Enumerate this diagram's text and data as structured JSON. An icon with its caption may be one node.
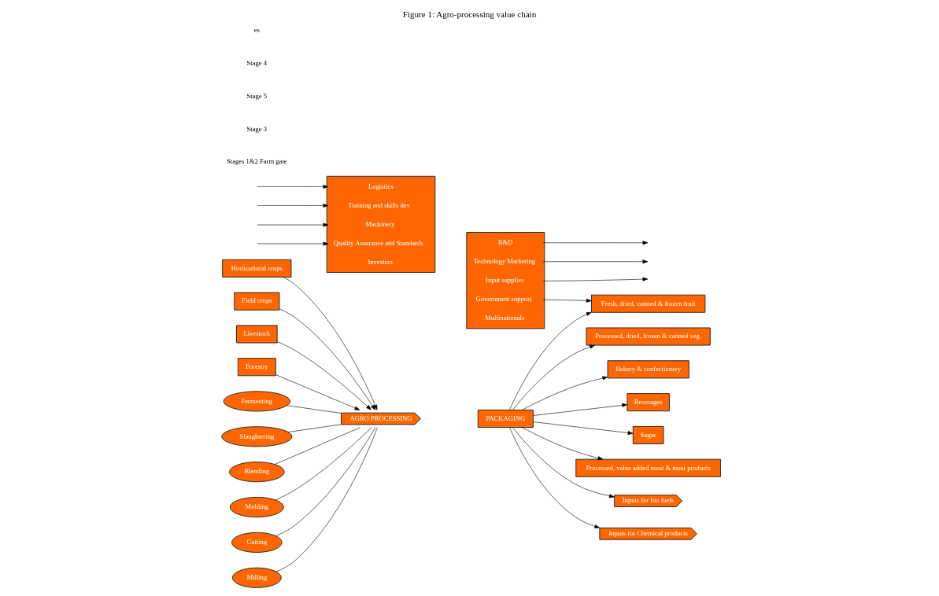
{
  "diagram": {
    "title": "Figure 1: Agro-processing value chain",
    "nodes": [
      {
        "text": [
          "R&D",
          "Technology Marketing",
          "Input supplies",
          "Government support",
          "Multinationals"
        ]
      },
      {
        "text": [
          "Horticultural crops"
        ]
      },
      {
        "text": [
          "Field crops"
        ]
      },
      {
        "text": [
          "Livestock"
        ]
      },
      {
        "text": [
          "Forestry"
        ]
      },
      {
        "text": [
          "Fermenting"
        ]
      },
      {
        "text": [
          "Slaughtering"
        ]
      },
      {
        "text": [
          "Blending"
        ]
      },
      {
        "text": [
          "AGRO PROCESSING"
        ]
      },
      {
        "text": [
          "Molding"
        ]
      },
      {
        "text": [
          "Cutting"
        ]
      },
      {
        "text": [
          "Milling"
        ]
      },
      {
        "text": [
          "PACKAGING"
        ]
      },
      {
        "text": [
          "Fresh, dried, canned & frozen fruit"
        ]
      },
      {
        "text": [
          "Processed, dried, frozen & canned veg."
        ]
      },
      {
        "text": [
          "Bakery & confectionery"
        ]
      },
      {
        "text": [
          "Beverages"
        ]
      },
      {
        "text": [
          "Sugar"
        ]
      },
      {
        "text": [
          "Processed, value added meat & meat products"
        ]
      },
      {
        "text": [
          "Inputs for bio fuels"
        ]
      },
      {
        "text": [
          "Inputs for Chemical products"
        ]
      },
      {
        "text": [
          "Logistics",
          "Training and skills dev.",
          "Machinery",
          "Quality Assurance and Standards",
          "Investors"
        ]
      }
    ],
    "edges": [
      {
        "from": 0,
        "to": null,
        "arrow": "to"
      },
      {
        "from": 0,
        "to": null,
        "arrow": "to"
      },
      {
        "from": 0,
        "to": null,
        "arrow": "to"
      },
      {
        "from": 0,
        "to": 13,
        "arrow": "to"
      },
      {
        "from": 1,
        "to": 8,
        "arrow": "to"
      },
      {
        "from": 2,
        "to": 8,
        "arrow": "to"
      },
      {
        "from": 3,
        "to": 8,
        "arrow": "to"
      },
      {
        "from": 4,
        "to": 8,
        "arrow": "to"
      },
      {
        "from": 5,
        "to": 8,
        "arrow": "none"
      },
      {
        "from": 6,
        "to": 8,
        "arrow": "none"
      },
      {
        "from": 7,
        "to": 8,
        "arrow": "none"
      },
      {
        "from": 9,
        "to": 8,
        "arrow": "none"
      },
      {
        "from": 10,
        "to": 8,
        "arrow": "none"
      },
      {
        "from": 11,
        "to": 8,
        "arrow": "none"
      },
      {
        "from": 12,
        "to": 13,
        "arrow": "to"
      },
      {
        "from": 12,
        "to": 14,
        "arrow": "to"
      },
      {
        "from": 12,
        "to": 15,
        "arrow": "to"
      },
      {
        "from": 12,
        "to": 16,
        "arrow": "to"
      },
      {
        "from": 12,
        "to": 17,
        "arrow": "to"
      },
      {
        "from": 12,
        "to": 18,
        "arrow": "to"
      },
      {
        "from": 12,
        "to": 19,
        "arrow": "to"
      },
      {
        "from": 12,
        "to": 20,
        "arrow": "to"
      },
      {
        "from": null,
        "to": 21,
        "arrow": "to"
      },
      {
        "from": null,
        "to": 21,
        "arrow": "to"
      },
      {
        "from": null,
        "to": 21,
        "arrow": "to"
      },
      {
        "from": null,
        "to": 21,
        "arrow": "to"
      }
    ],
    "labels": [
      "Stages 1&2 Farm gate",
      "Stage 3",
      "Stage 5",
      "Stage 4",
      "es"
    ]
  }
}
